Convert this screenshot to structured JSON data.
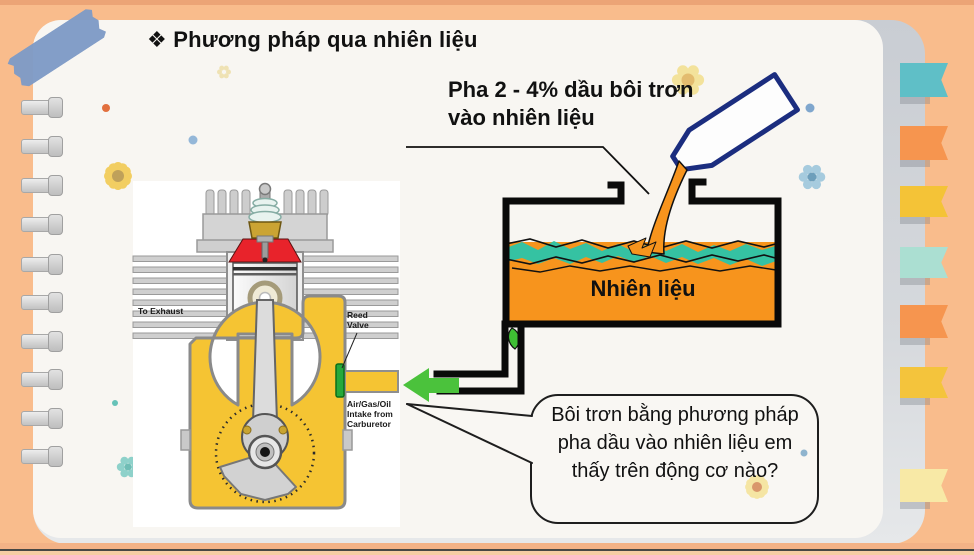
{
  "slide": {
    "bullet": "❖",
    "title": "Phương pháp qua nhiên liệu",
    "oil_note": "Pha 2 - 4% dầu bôi trơn\nvào nhiên liệu",
    "tank_label": "Nhiên liệu",
    "question": "Bôi trơn bằng phương pháp\npha dầu vào nhiên liệu em\nthấy trên động cơ nào?"
  },
  "engine": {
    "labels": {
      "exhaust": "To Exhaust",
      "reed_valve": "Reed\nValve",
      "intake": "Air/Gas/Oil\nIntake from\nCarburetor"
    }
  },
  "colors": {
    "background": "#F9BC8C",
    "page": "#F8F6F2",
    "tape": "#7E9AC6",
    "fuel_orange": "#F7941D",
    "wave_teal": "#35C2A2",
    "arrow_green": "#4BC23C",
    "bottle_navy": "#1B2D7F",
    "crankcase_yellow": "#F5C433",
    "chamber_red": "#E8232B",
    "outline_black": "#111111",
    "tabs": [
      "#5FBFC7",
      "#F6954F",
      "#F4C337",
      "#ABDFD2",
      "#F6954F",
      "#F4C43C",
      "#F8E9A6"
    ]
  }
}
